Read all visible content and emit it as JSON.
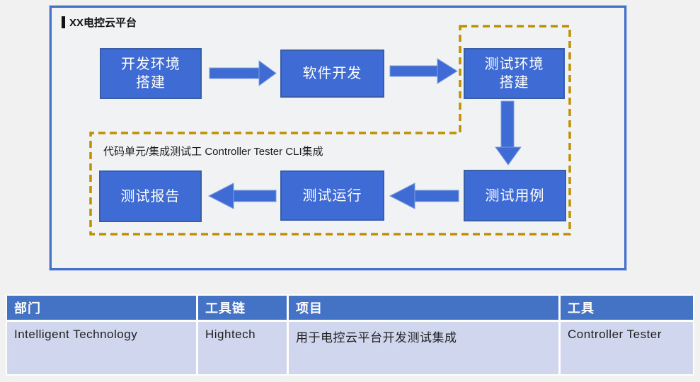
{
  "colors": {
    "node_blue": "#3E6BD4",
    "node_border_blue": "#3a5da8",
    "panel_border_blue": "#4472C4",
    "dashed_gold": "#BF9000",
    "table_header_bg": "#4472C4",
    "table_row_bg": "#D0D6ED",
    "page_bg": "#F1F1F2"
  },
  "panel": {
    "title": "XX电控云平台",
    "nodes": [
      {
        "id": "dev-env-setup",
        "label": "开发环境\n搭建"
      },
      {
        "id": "software-dev",
        "label": "软件开发"
      },
      {
        "id": "test-env-setup",
        "label": "测试环境\n搭建"
      },
      {
        "id": "test-case",
        "label": "测试用例"
      },
      {
        "id": "test-run",
        "label": "测试运行"
      },
      {
        "id": "test-report",
        "label": "测试报告"
      }
    ],
    "dashed_region_label": "代码单元/集成测试工 Controller Tester CLI集成"
  },
  "table": {
    "headers": [
      "部门",
      "工具链",
      "项目",
      "工具"
    ],
    "rows": [
      [
        "Intelligent Technology",
        "Hightech",
        "用于电控云平台开发测试集成",
        "Controller Tester"
      ]
    ]
  }
}
